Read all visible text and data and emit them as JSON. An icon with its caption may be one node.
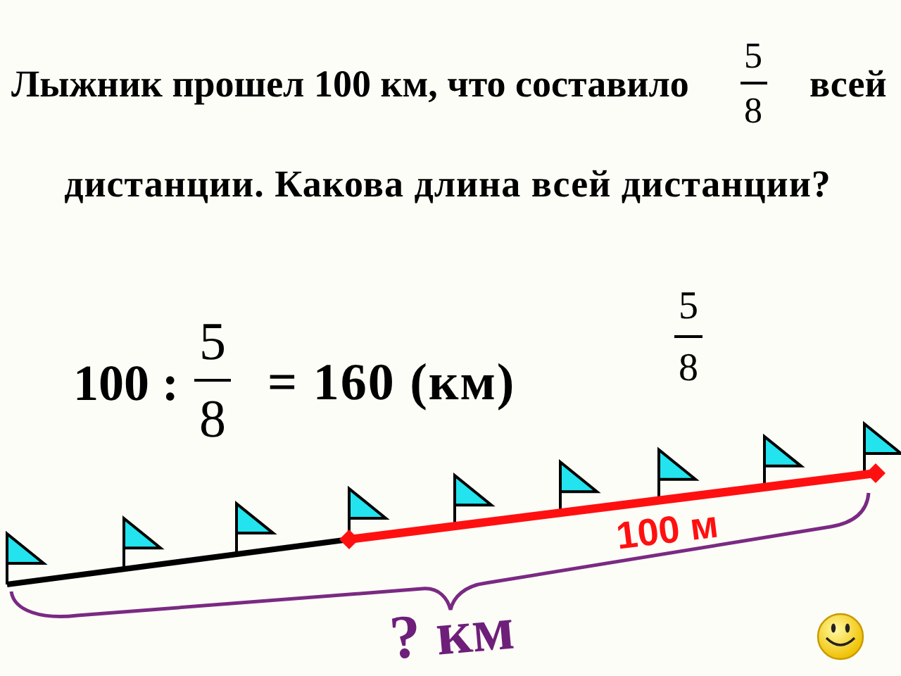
{
  "diagram": {
    "labels": [
      "Лыжник прошел 100 км, что составило",
      "5",
      "8",
      "всей",
      "дистанции. Какова длина всей дистанции?",
      "100 :",
      "5",
      "8",
      "= 160 (км)",
      "5",
      "8",
      "100 м",
      "? км"
    ]
  }
}
